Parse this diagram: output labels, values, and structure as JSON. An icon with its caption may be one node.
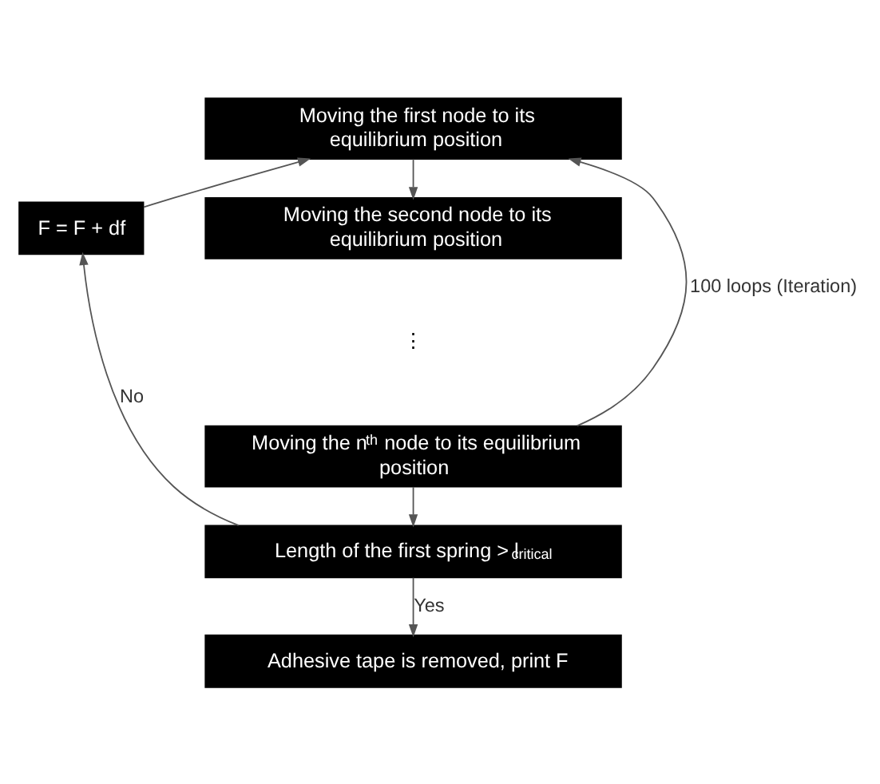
{
  "diagram": {
    "nodes": [
      {
        "text": [
          "Moving the first node to its equilibrium position"
        ]
      },
      {
        "text": [
          "Moving the second node to its equilibrium position"
        ]
      },
      {
        "text": [
          "Moving the n$^{th}$ node to its equilibrium position"
        ]
      },
      {
        "text": [
          "Length of the first spring > l$_{critical}$"
        ]
      },
      {
        "text": [
          "Adhesive tape is removed, print F"
        ]
      },
      {
        "text": [
          "F = F + df"
        ]
      }
    ],
    "edges": [
      {
        "from": 0,
        "to": 1,
        "arrow": "to"
      },
      {
        "from": 2,
        "to": 0,
        "arrow": "to",
        "label": "100 loops (Iteration)"
      },
      {
        "from": 2,
        "to": 3,
        "arrow": "to"
      },
      {
        "from": 3,
        "to": 4,
        "arrow": "to",
        "label": "Yes"
      },
      {
        "from": 3,
        "to": 5,
        "arrow": "to",
        "label": "No"
      },
      {
        "from": 5,
        "to": 0,
        "arrow": "to"
      }
    ],
    "labels": [
      "⋮"
    ]
  }
}
